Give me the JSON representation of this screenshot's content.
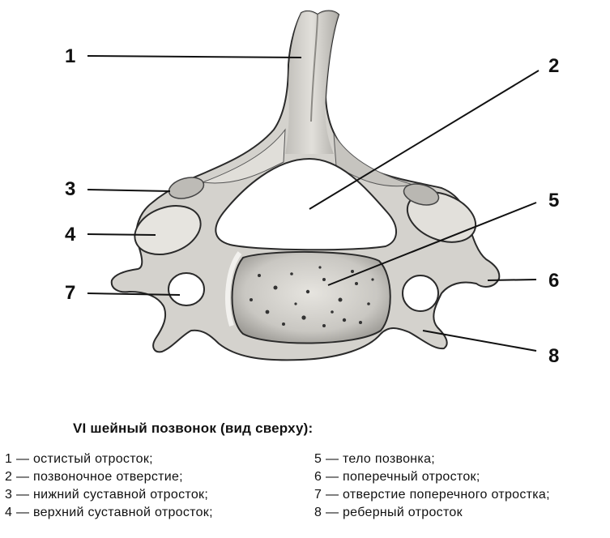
{
  "labels": {
    "l1": "1",
    "l2": "2",
    "l3": "3",
    "l4": "4",
    "l5": "5",
    "l6": "6",
    "l7": "7",
    "l8": "8"
  },
  "caption": "VI шейный позвонок (вид сверху):",
  "legend": {
    "left": [
      "1 — остистый отросток;",
      "2 — позвоночное отверстие;",
      "3 — нижний суставной отросток;",
      "4 — верхний суставной отросток;"
    ],
    "right": [
      "5 — тело позвонка;",
      "6 — поперечный отросток;",
      "7 — отверстие поперечного отростка;",
      "8 — реберный отросток"
    ]
  },
  "colors": {
    "bone": "#d8d6d1",
    "bone_shadow": "#8f8d88",
    "outline": "#222222",
    "hole": "#ffffff"
  }
}
